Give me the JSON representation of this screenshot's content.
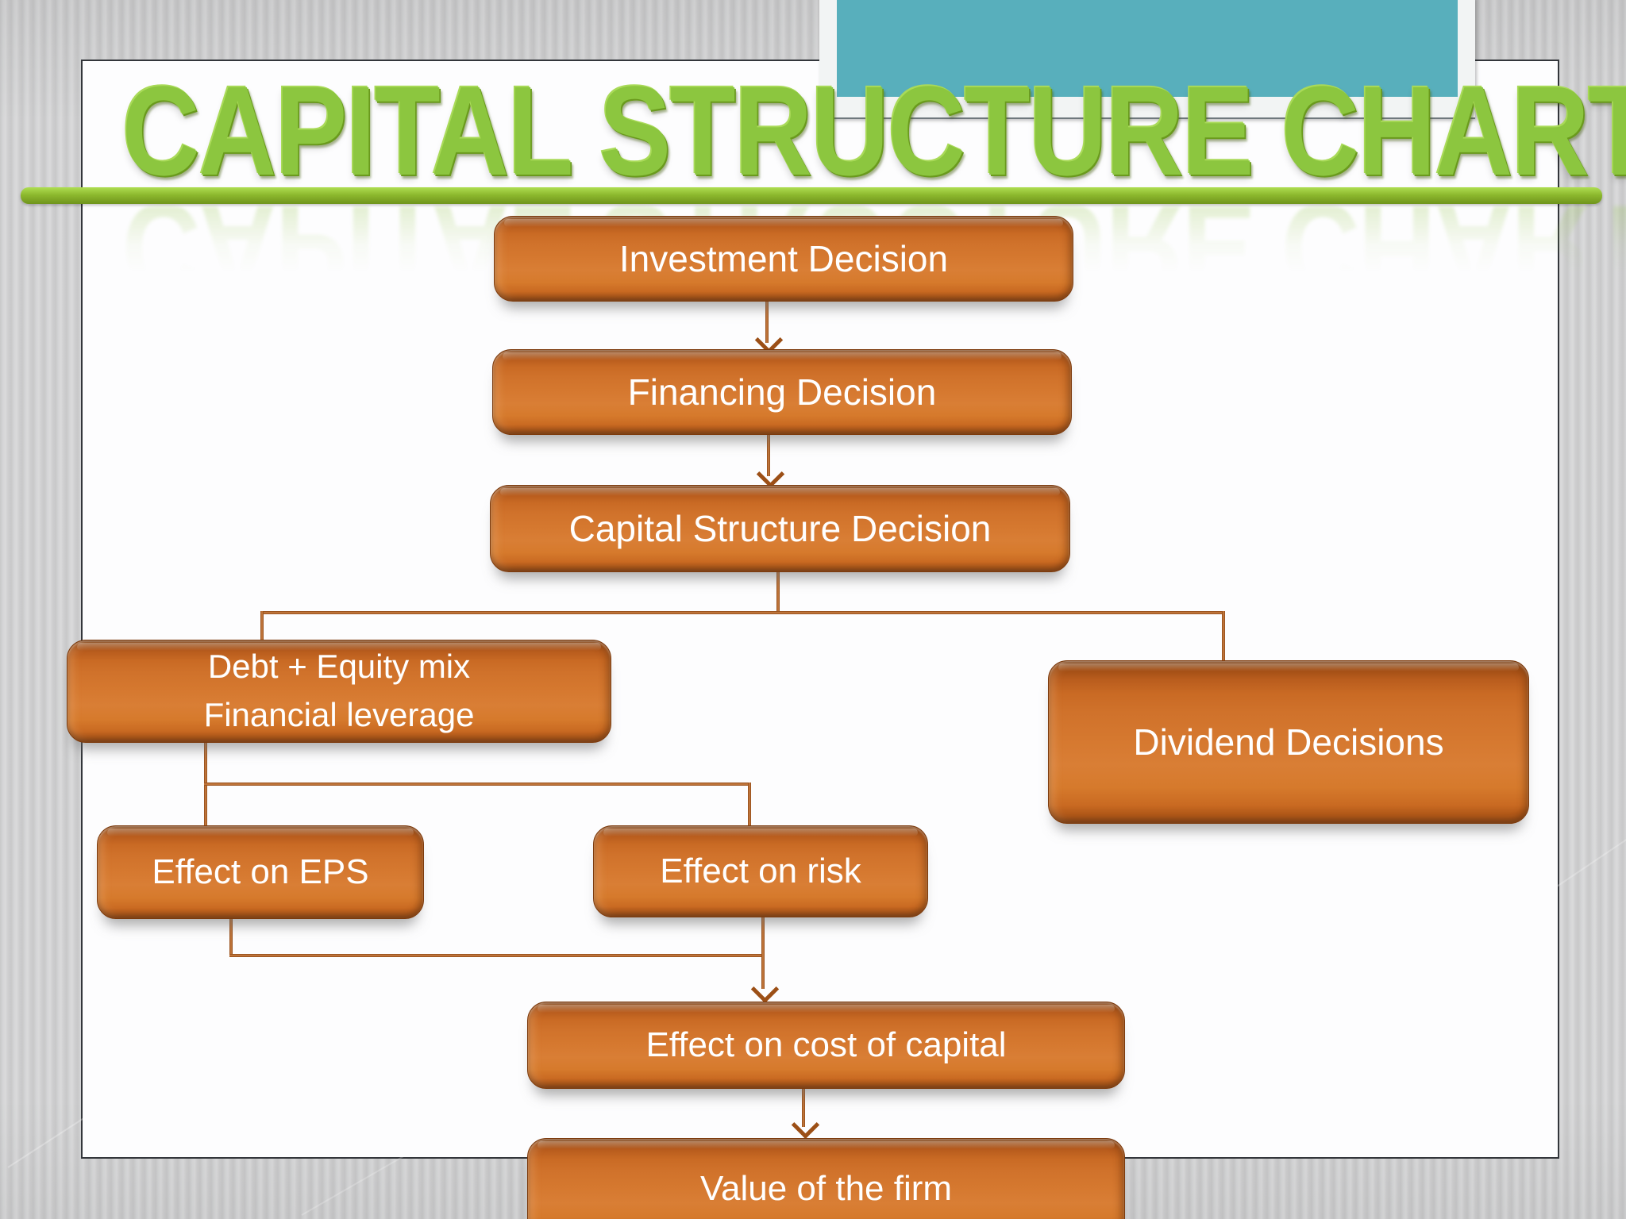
{
  "slide": {
    "title": "CAPITAL STRUCTURE CHART"
  },
  "flowchart": {
    "nodes": {
      "investment": {
        "label": "Investment Decision"
      },
      "financing": {
        "label": "Financing Decision"
      },
      "capital_structure": {
        "label": "Capital Structure Decision"
      },
      "debt_equity": {
        "line1": "Debt + Equity mix",
        "line2": "Financial leverage"
      },
      "dividend": {
        "label": "Dividend Decisions"
      },
      "eps": {
        "label": "Effect on EPS"
      },
      "risk": {
        "label": "Effect on risk"
      },
      "cost_of_capital": {
        "label": "Effect on cost of capital"
      },
      "firm_value": {
        "label": "Value of the firm"
      }
    },
    "edges": [
      {
        "from": "investment",
        "to": "financing",
        "type": "arrow"
      },
      {
        "from": "financing",
        "to": "capital_structure",
        "type": "arrow"
      },
      {
        "from": "capital_structure",
        "to": "debt_equity",
        "type": "elbow"
      },
      {
        "from": "capital_structure",
        "to": "dividend",
        "type": "elbow"
      },
      {
        "from": "debt_equity",
        "to": "eps",
        "type": "elbow"
      },
      {
        "from": "debt_equity",
        "to": "risk",
        "type": "elbow"
      },
      {
        "from": "eps",
        "to": "cost_of_capital",
        "type": "elbow-merge"
      },
      {
        "from": "risk",
        "to": "cost_of_capital",
        "type": "arrow"
      },
      {
        "from": "cost_of_capital",
        "to": "firm_value",
        "type": "arrow"
      }
    ]
  },
  "colors": {
    "teal_panel": "#58AFBC",
    "title_green": "#8CC63F",
    "underline_green": "#85B32A",
    "node_orange_mid": "#D5782F",
    "node_orange_dark": "#8A4110",
    "connector_orange": "#9C4F16",
    "node_text": "#FFFFFF",
    "slide_background": "#FDFDFE",
    "page_background": "#D2D2D3",
    "slide_border": "#33363B"
  }
}
